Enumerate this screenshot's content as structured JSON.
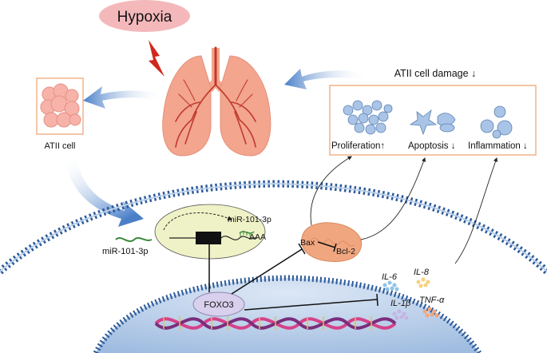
{
  "labels": {
    "hypoxia": "Hypoxia",
    "atii_cell": "ATII cell",
    "atii_damage": "ATII cell damage ↓",
    "proliferation": "Proliferation↑",
    "apoptosis": "Apoptosis ↓",
    "inflammation": "Inflammation ↓",
    "mir_outside": "miR-101-3p",
    "mir_bound": "miR-101-3p",
    "polya": "AAA",
    "bax": "Bax",
    "bcl2": "Bcl-2",
    "foxo3": "FOXO3",
    "il6": "IL-6",
    "il8": "IL-8",
    "il1b": "IL-1β",
    "tnfa": "TNF-α"
  },
  "colors": {
    "hypoxia_fill": "#f4b8bb",
    "lung_fill": "#f3a58e",
    "vessel": "#c0392b",
    "box_border": "#f0b48a",
    "membrane": "#2d5b9a",
    "nucleus": "#b9cfe8",
    "mitochondria": "#f0a67e",
    "mrna_ellipse": "#eef2c6",
    "foxo3_fill": "#d8d0ec"
  }
}
